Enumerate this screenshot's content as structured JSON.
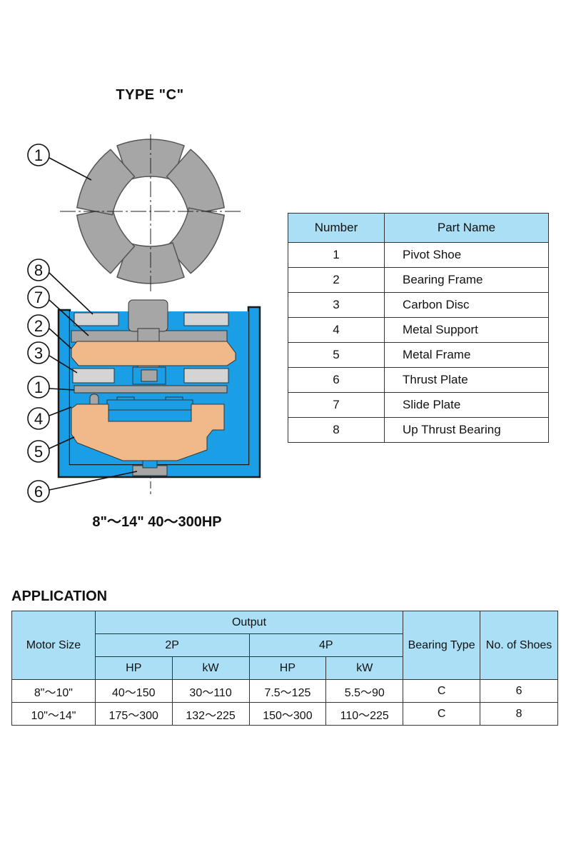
{
  "diagram": {
    "title": "TYPE \"C\"",
    "caption": "8\"～14\" 40～300HP",
    "callouts": [
      "1",
      "8",
      "7",
      "2",
      "3",
      "1",
      "4",
      "5",
      "6"
    ]
  },
  "parts_table": {
    "headers": [
      "Number",
      "Part Name"
    ],
    "rows": [
      {
        "number": "1",
        "name": "Pivot Shoe"
      },
      {
        "number": "2",
        "name": "Bearing Frame"
      },
      {
        "number": "3",
        "name": "Carbon Disc"
      },
      {
        "number": "4",
        "name": "Metal Support"
      },
      {
        "number": "5",
        "name": "Metal Frame"
      },
      {
        "number": "6",
        "name": "Thrust Plate"
      },
      {
        "number": "7",
        "name": "Slide Plate"
      },
      {
        "number": "8",
        "name": "Up Thrust Bearing"
      }
    ]
  },
  "application": {
    "title": "APPLICATION",
    "headers": {
      "motor_size": "Motor Size",
      "output": "Output",
      "p2": "2P",
      "p4": "4P",
      "hp": "HP",
      "kw": "kW",
      "bearing_type": "Bearing Type",
      "no_of_shoes": "No. of Shoes"
    },
    "rows": [
      {
        "motor_size": "8\"～10\"",
        "hp2": "40～150",
        "kw2": "30～110",
        "hp4": "7.5～125",
        "kw4": "5.5～90",
        "bearing_type": "C",
        "shoes": "6"
      },
      {
        "motor_size": "10\"～14\"",
        "hp2": "175～300",
        "kw2": "132～225",
        "hp4": "150～300",
        "kw4": "110～225",
        "bearing_type": "C",
        "shoes": "8"
      }
    ]
  },
  "colors": {
    "housing_blue": "#1a9fe6",
    "frame_orange": "#f0b98a",
    "shoe_gray": "#a6a6a6",
    "carbon_gray": "#d4d4d4",
    "table_header": "#aadff5"
  }
}
